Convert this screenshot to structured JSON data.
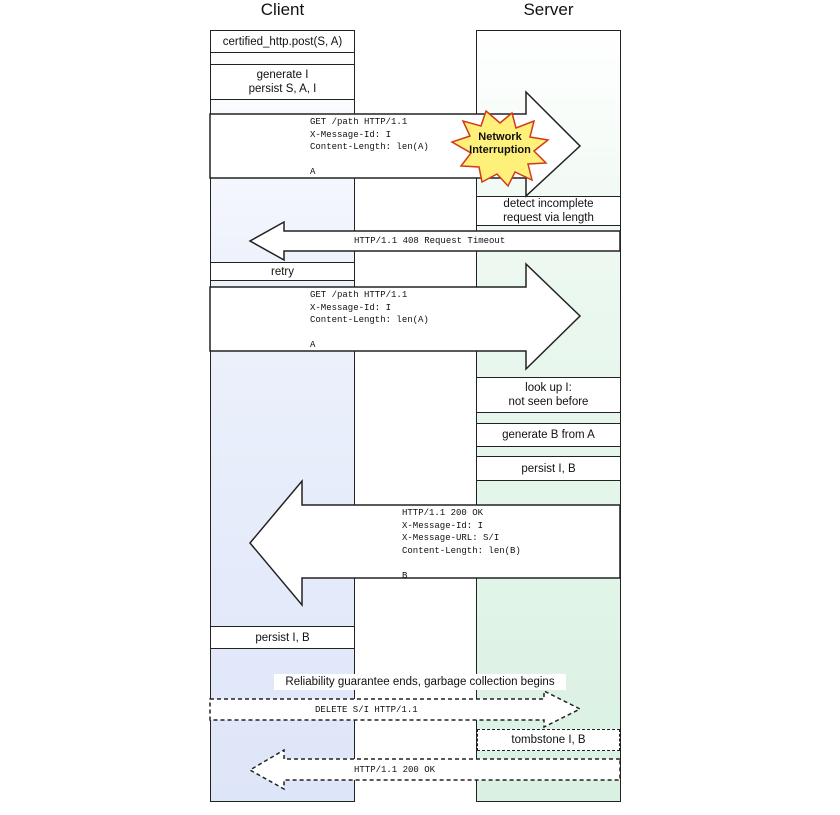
{
  "headers": {
    "client": "Client",
    "server": "Server"
  },
  "client_boxes": {
    "call": "certified_http.post(S, A)",
    "generate_line1": "generate I",
    "generate_line2": "persist S, A, I",
    "retry": "retry",
    "persist": "persist I, B"
  },
  "server_boxes": {
    "detect_line1": "detect incomplete",
    "detect_line2": "request via length",
    "lookup_line1": "look up I:",
    "lookup_line2": "not seen before",
    "generate_b": "generate B from A",
    "persist": "persist I, B",
    "tombstone": "tombstone I, B"
  },
  "messages": {
    "request1": "GET /path HTTP/1.1\nX-Message-Id: I\nContent-Length: len(A)\n\nA",
    "timeout": "HTTP/1.1 408 Request Timeout",
    "request2": "GET /path HTTP/1.1\nX-Message-Id: I\nContent-Length: len(A)\n\nA",
    "response": "HTTP/1.1 200 OK\nX-Message-Id: I\nX-Message-URL: S/I\nContent-Length: len(B)\n\nB",
    "delete": "DELETE S/I HTTP/1.1",
    "delete_ok": "HTTP/1.1 200 OK"
  },
  "interruption": {
    "line1": "Network",
    "line2": "Interruption"
  },
  "gc_note": "Reliability guarantee ends, garbage collection begins",
  "colors": {
    "client_lane": "#dde5f8",
    "server_lane": "#d9f1e2",
    "burst_fill": "#fff07a",
    "burst_stroke": "#d23a1a"
  }
}
